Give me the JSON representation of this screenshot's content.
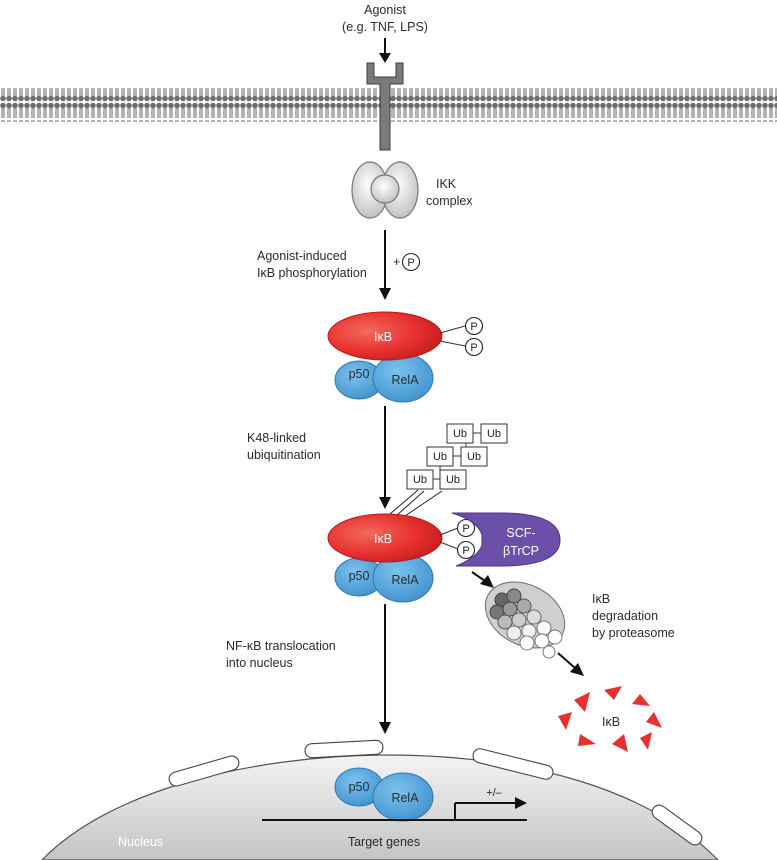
{
  "agonist": {
    "line1": "Agonist",
    "line2": "(e.g. TNF, LPS)"
  },
  "ikk": {
    "line1": "IKK",
    "line2": "complex"
  },
  "step1": {
    "line1": "Agonist-induced",
    "line2": "IκB phosphorylation",
    "plus": "+",
    "p": "P"
  },
  "complex1": {
    "ikb": "IκB",
    "p50": "p50",
    "rela": "RelA",
    "p_top": "P",
    "p_bottom": "P"
  },
  "step2": {
    "line1": "K48-linked",
    "line2": "ubiquitination"
  },
  "ub_chain": {
    "ub1": "Ub",
    "ub2": "Ub",
    "ub3": "Ub",
    "ub4": "Ub",
    "ub5": "Ub",
    "ub6": "Ub"
  },
  "complex2": {
    "ikb": "IκB",
    "p50": "p50",
    "rela": "RelA",
    "p_top": "P",
    "p_bottom": "P"
  },
  "scf": {
    "line1": "SCF-",
    "line2": "βTrCP"
  },
  "degradation": {
    "line1": "IκB",
    "line2": "degradation",
    "line3": "by proteasome",
    "fragment": "IκB"
  },
  "step3": {
    "line1": "NF-κB translocation",
    "line2": "into nucleus"
  },
  "nucleus": {
    "label": "Nucleus",
    "p50": "p50",
    "rela": "RelA",
    "plusminus": "+/–",
    "genes": "Target genes"
  },
  "colors": {
    "ikb_red": "#e8312f",
    "blue": "#4a9fd8",
    "purple": "#6b4fa8",
    "gray": "#777777"
  }
}
